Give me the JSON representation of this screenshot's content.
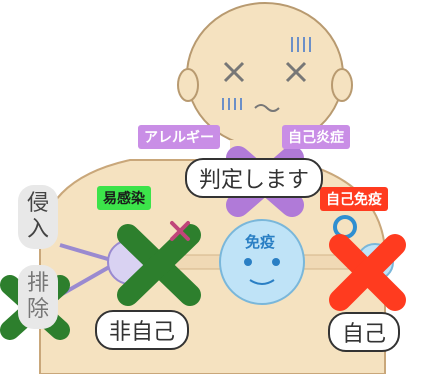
{
  "labels": {
    "allergy": "アレルギー",
    "autoinflammation": "自己炎症",
    "infection": "易感染",
    "autoimmune": "自己免疫"
  },
  "bubbles": {
    "judge": "判定します",
    "nonself": "非自己",
    "self": "自己"
  },
  "side": {
    "invade": "侵入",
    "clear": "排除"
  },
  "immune": "免疫",
  "colors": {
    "allergy_bg": "#c98ee6",
    "infection_bg": "#3ce34a",
    "autoimmune_bg": "#ff3b1f",
    "cross_purple": "#b07ad8",
    "cross_green": "#2d7f2d",
    "cross_red": "#ff3b1f",
    "small_x": "#c0457a",
    "circle": "#2f8fd1"
  }
}
